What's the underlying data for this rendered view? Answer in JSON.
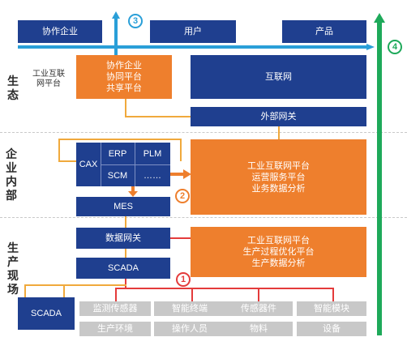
{
  "top_row": [
    "协作企业",
    "用户",
    "产品"
  ],
  "layers": {
    "eco": "生\n态",
    "enterprise": "企\n业\n内\n部",
    "production": "生\n产\n现\n场"
  },
  "eco": {
    "side_label": "工业互联\n网平台",
    "collab_box": "协作企业\n协同平台\n共享平台",
    "internet": "互联网",
    "gateway": "外部网关"
  },
  "enterprise": {
    "cax": "CAX",
    "erp": "ERP",
    "plm": "PLM",
    "scm": "SCM",
    "more": "……",
    "mes": "MES",
    "platform": "工业互联网平台\n运营服务平台\n业务数据分析"
  },
  "production": {
    "data_gateway": "数据网关",
    "scada": "SCADA",
    "platform": "工业互联网平台\n生产过程优化平台\n生产数据分析",
    "scada_bottom": "SCADA",
    "devices_row1": [
      "监测传感器",
      "智能终端",
      "传感器件",
      "智能模块"
    ],
    "devices_row2": [
      "生产环境",
      "操作人员",
      "物料",
      "设备"
    ]
  },
  "markers": {
    "m1": "1",
    "m2": "2",
    "m3": "3",
    "m4": "4"
  },
  "colors": {
    "blue": "#1f3f8f",
    "orange": "#ee7f2d",
    "gray": "#c8c8c8",
    "arrow_blue": "#2a9fd8",
    "arrow_green": "#1ea95a",
    "line_orange": "#f0a93c",
    "line_red": "#e43b3b"
  }
}
